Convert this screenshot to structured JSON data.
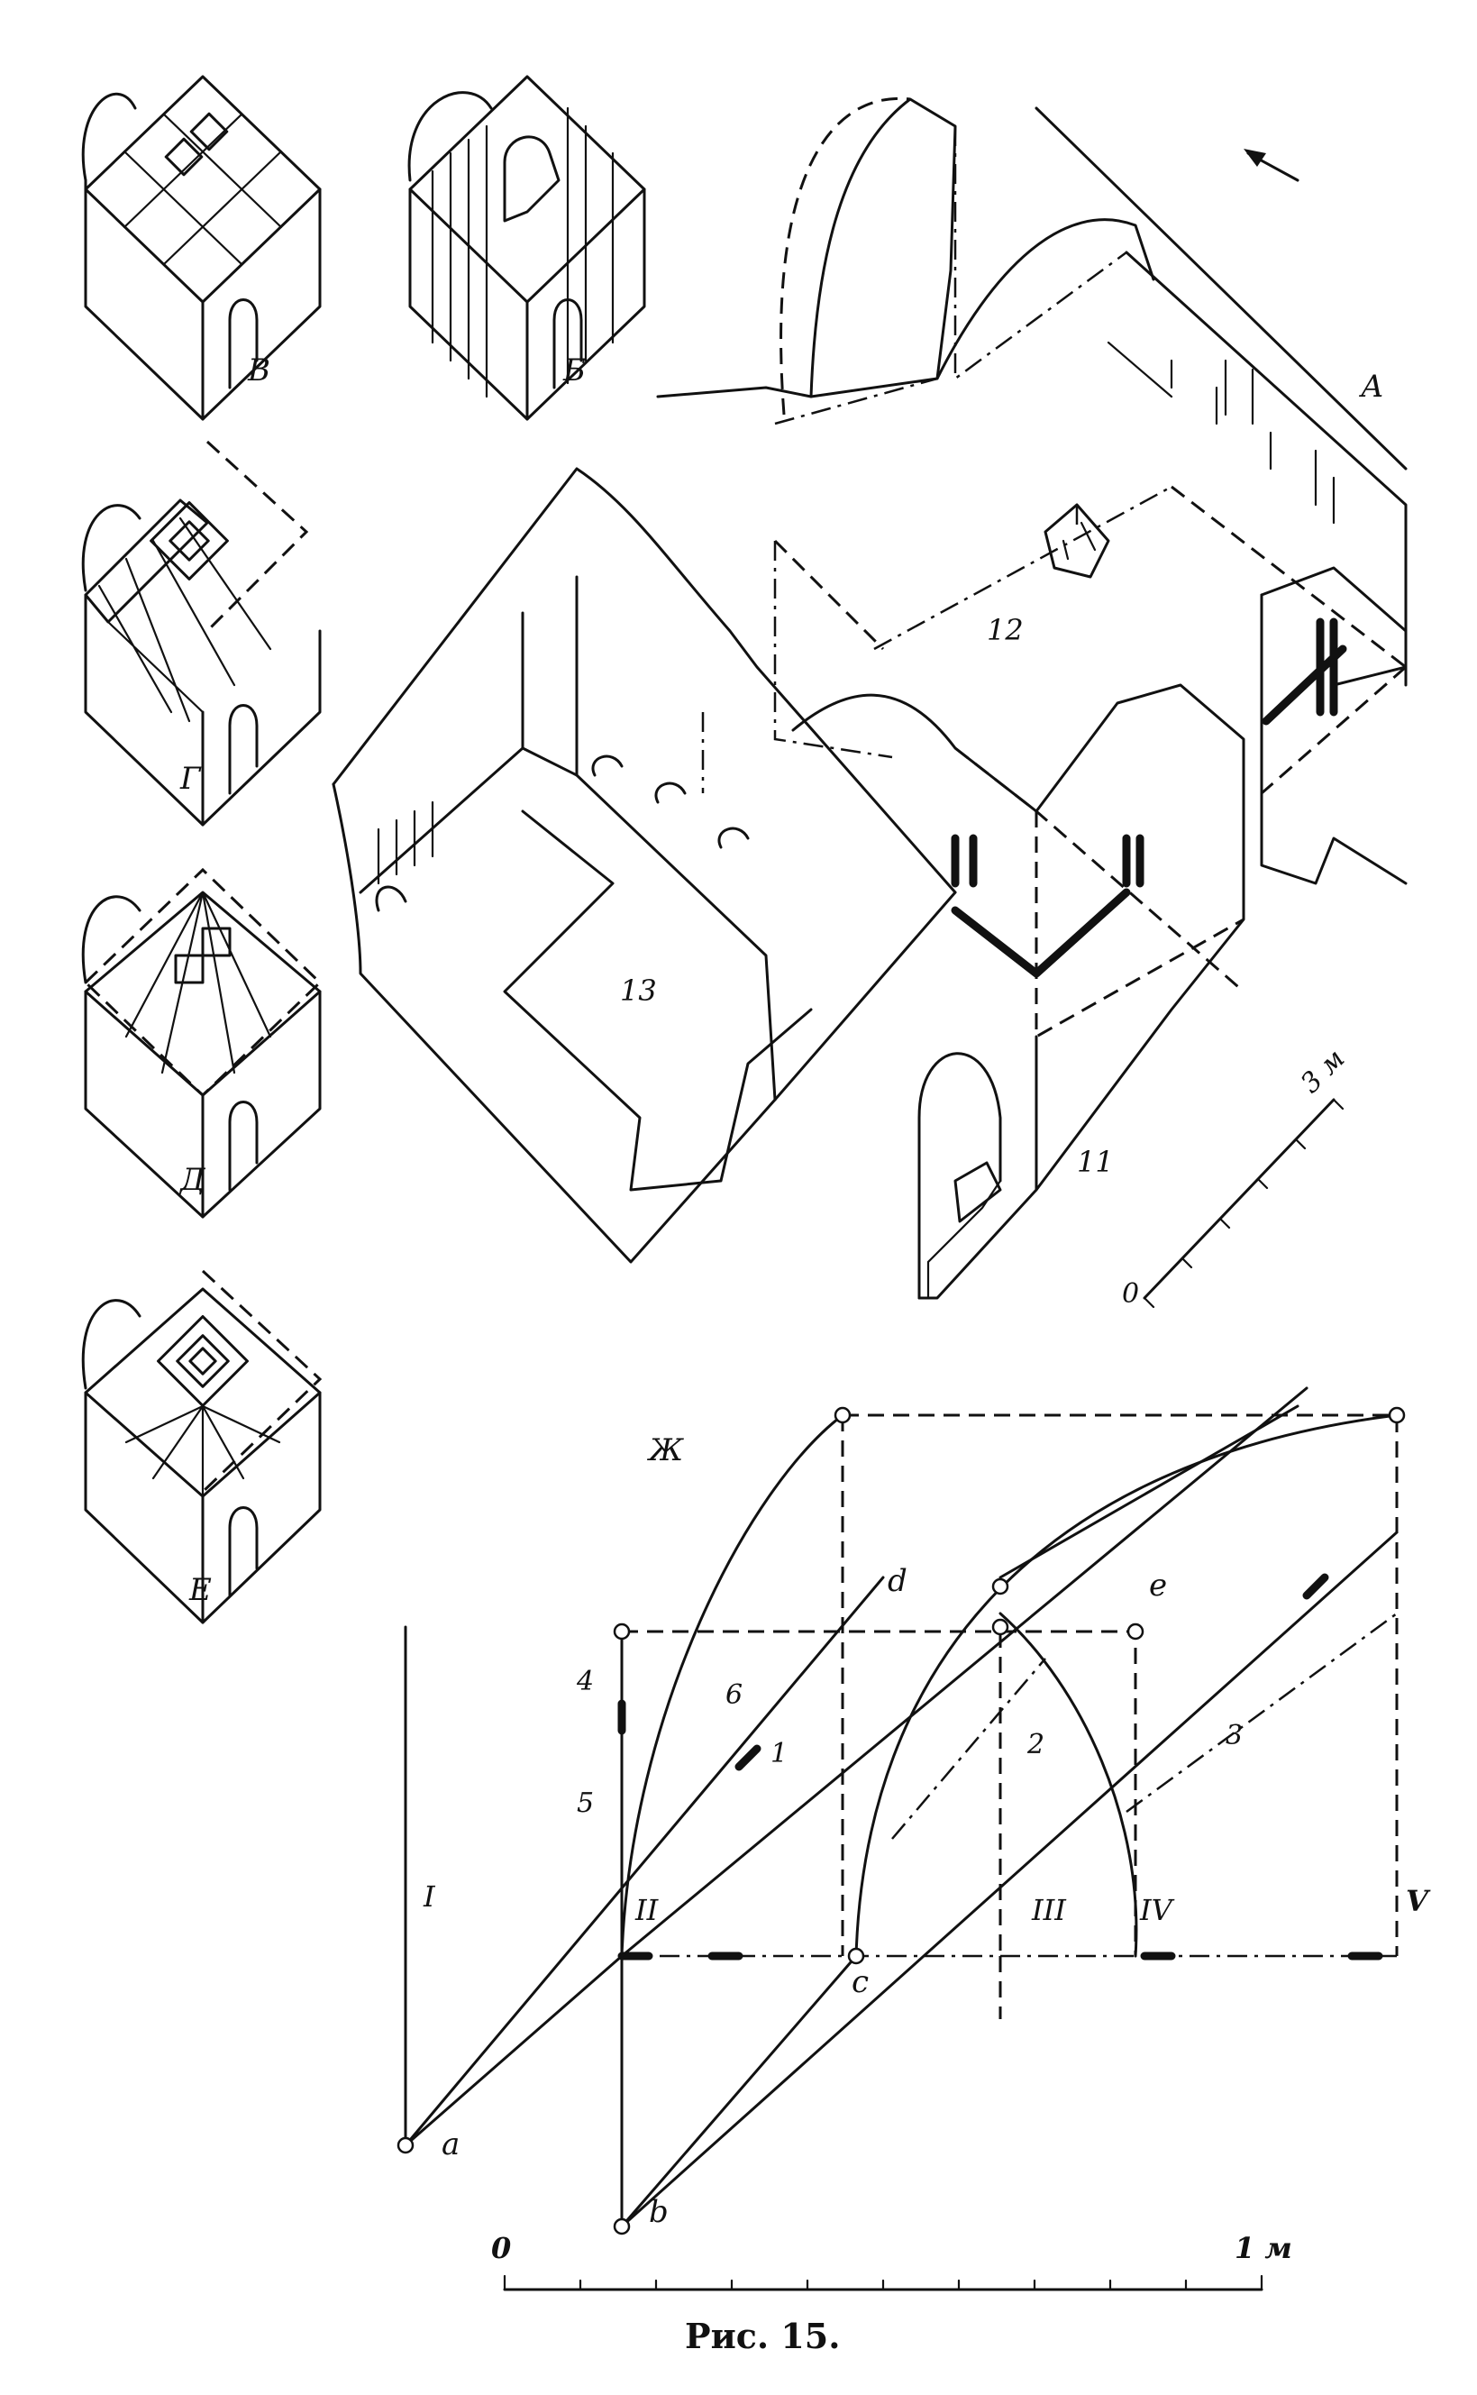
{
  "figure": {
    "caption": "Рис. 15.",
    "views": {
      "v": "В",
      "b": "Б",
      "g": "Г",
      "d": "Д",
      "e": "Е",
      "a": "А",
      "zh": "Ж"
    },
    "rooms": [
      "12",
      "13",
      "11"
    ],
    "scale_top": {
      "zero": "0",
      "end": "3 м"
    },
    "construction": {
      "roman": [
        "I",
        "II",
        "III",
        "IV",
        "V"
      ],
      "points": [
        "a",
        "b",
        "c",
        "d",
        "e"
      ],
      "arcs": [
        "1",
        "2",
        "3",
        "4",
        "5",
        "6"
      ]
    },
    "scale_bottom": {
      "zero": "0",
      "end": "1 м"
    }
  }
}
